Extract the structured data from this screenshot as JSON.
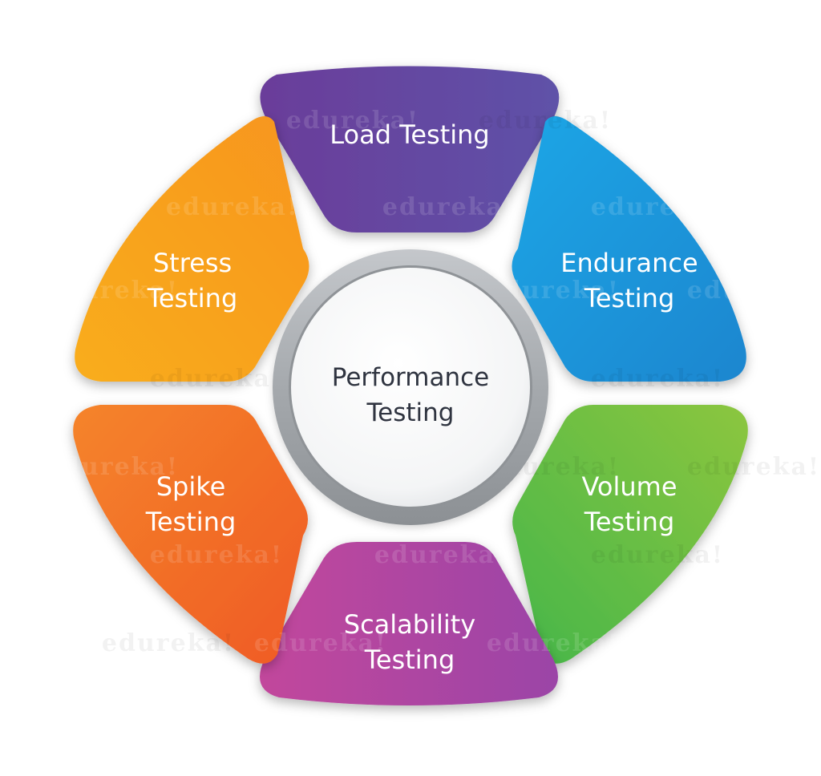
{
  "center": {
    "lines": [
      "Performance",
      "Testing"
    ]
  },
  "segments": [
    {
      "id": "load",
      "lines": [
        "Load Testing"
      ],
      "color_start": "#6a3d9a",
      "color_end": "#5f52a8"
    },
    {
      "id": "endurance",
      "lines": [
        "Endurance",
        "Testing"
      ],
      "color_start": "#1aa6e6",
      "color_end": "#1f86cf"
    },
    {
      "id": "volume",
      "lines": [
        "Volume",
        "Testing"
      ],
      "color_start": "#8cc63f",
      "color_end": "#45b649"
    },
    {
      "id": "scalability",
      "lines": [
        "Scalability",
        "Testing"
      ],
      "color_start": "#c2479c",
      "color_end": "#9b44a7"
    },
    {
      "id": "spike",
      "lines": [
        "Spike",
        "Testing"
      ],
      "color_start": "#f5842b",
      "color_end": "#ef5a24"
    },
    {
      "id": "stress",
      "lines": [
        "Stress",
        "Testing"
      ],
      "color_start": "#f9ad1c",
      "color_end": "#f79520"
    }
  ],
  "watermark": "edureka!"
}
